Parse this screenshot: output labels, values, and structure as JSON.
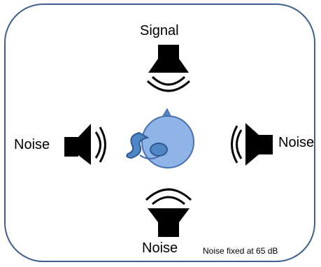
{
  "labels": {
    "top": "Signal",
    "left": "Noise",
    "right": "Noise",
    "bottom": "Noise"
  },
  "note": "Noise fixed at 65 dB",
  "icons": {
    "top": "speaker-icon",
    "left": "speaker-icon",
    "right": "speaker-icon",
    "bottom": "speaker-icon",
    "center": "head-with-hearing-aid-icon"
  },
  "colors": {
    "frame": "#3f5f8f",
    "head_fill": "#8fb4e8",
    "head_stroke": "#4a6fb0",
    "hearing_aid": "#4f86c6"
  }
}
